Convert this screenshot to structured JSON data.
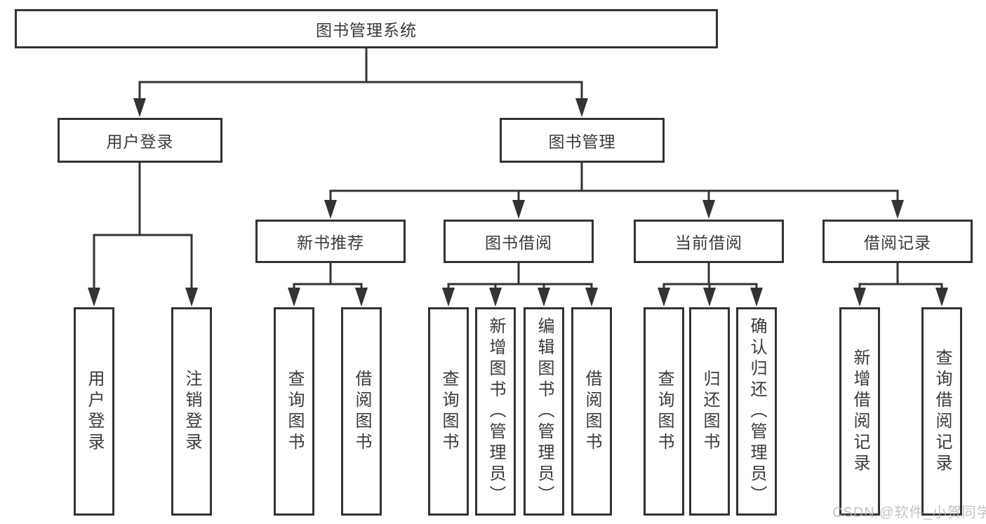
{
  "root": {
    "label": "图书管理系统"
  },
  "level2": [
    {
      "label": "用户登录"
    },
    {
      "label": "图书管理"
    }
  ],
  "level3": [
    {
      "label": "新书推荐"
    },
    {
      "label": "图书借阅"
    },
    {
      "label": "当前借阅"
    },
    {
      "label": "借阅记录"
    }
  ],
  "leaves": [
    {
      "label": "用户登录"
    },
    {
      "label": "注销登录"
    },
    {
      "label": "查询图书"
    },
    {
      "label": "借阅图书"
    },
    {
      "label": "查询图书"
    },
    {
      "label": "新增图书（管理员）"
    },
    {
      "label": "编辑图书（管理员）"
    },
    {
      "label": "借阅图书"
    },
    {
      "label": "查询图书"
    },
    {
      "label": "归还图书"
    },
    {
      "label": "确认归还（管理员）"
    },
    {
      "label": "新增借阅记录"
    },
    {
      "label": "查询借阅记录"
    }
  ],
  "watermark": "CSDN @软件_小贺同学",
  "colors": {
    "line": "#333333",
    "text": "#3a3a3a",
    "watermark": "#b5b5b5",
    "background": "#ffffff"
  }
}
